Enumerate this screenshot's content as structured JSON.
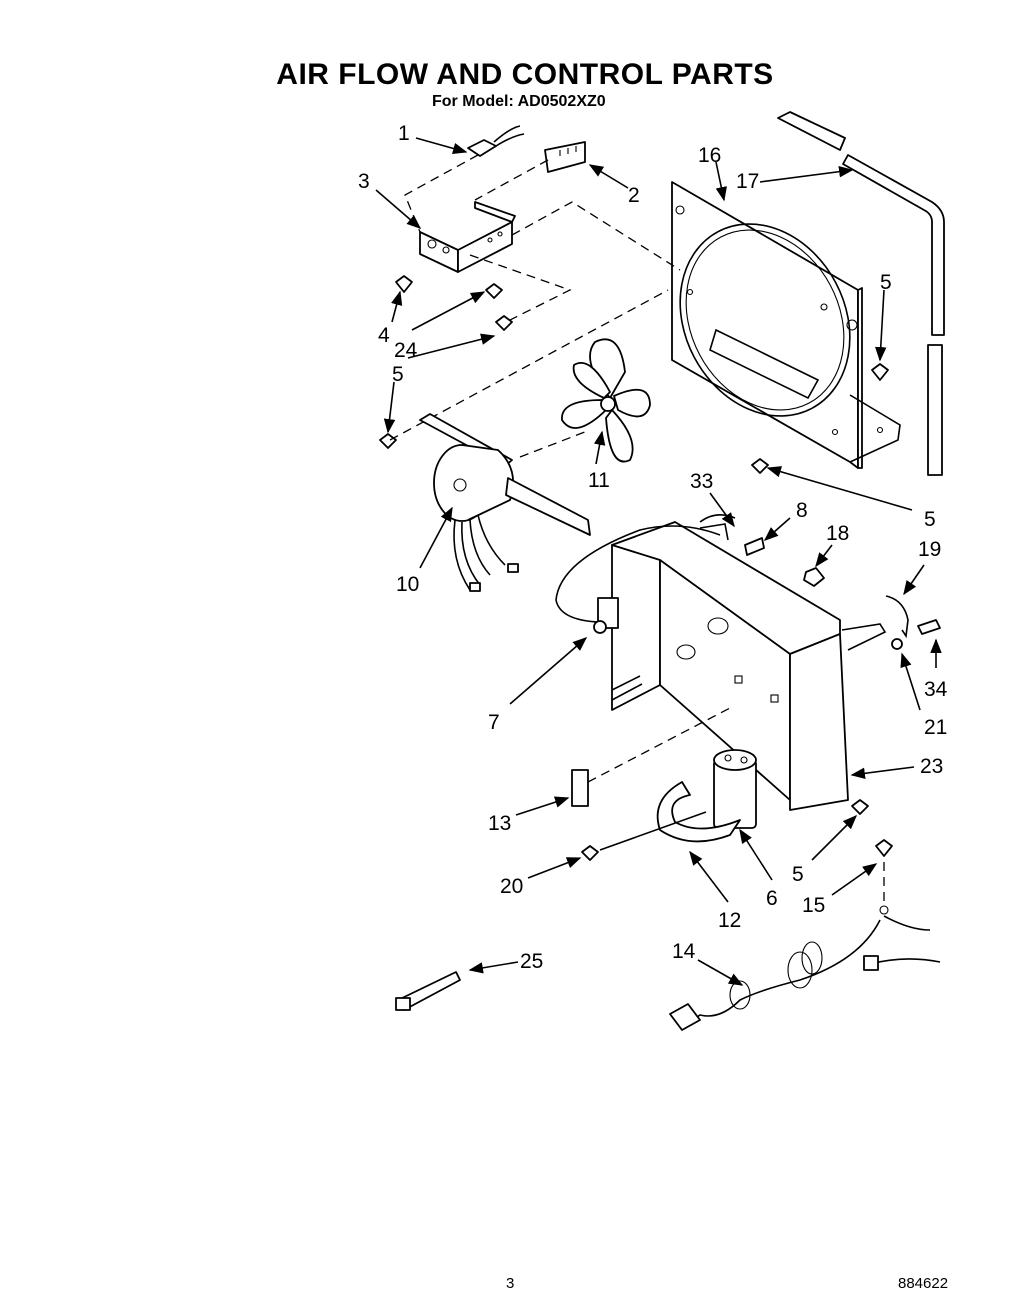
{
  "page": {
    "title": "AIR FLOW AND CONTROL PARTS",
    "subtitle": "For Model: AD0502XZ0",
    "page_number": "3",
    "document_code": "884622"
  },
  "callouts": [
    "1",
    "2",
    "3",
    "4",
    "24",
    "5",
    "16",
    "17",
    "5",
    "11",
    "10",
    "33",
    "8",
    "18",
    "19",
    "5",
    "7",
    "34",
    "21",
    "23",
    "13",
    "20",
    "12",
    "6",
    "5",
    "15",
    "14",
    "25"
  ]
}
